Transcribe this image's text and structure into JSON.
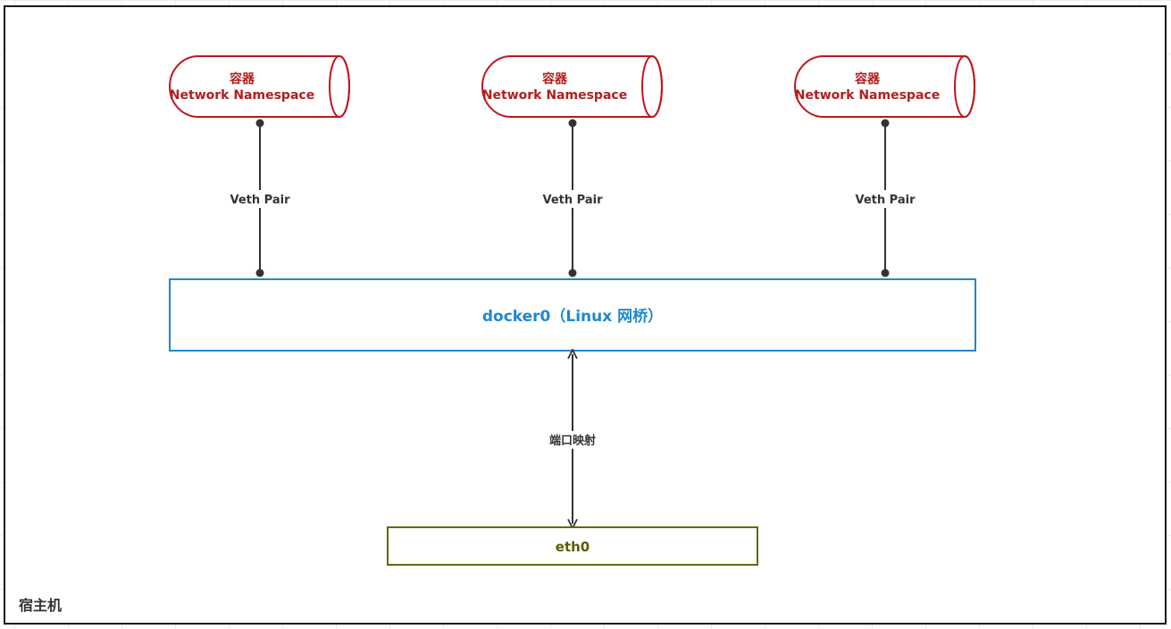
{
  "containers": [
    {
      "line1": "容器",
      "line2": "Network Namespace"
    },
    {
      "line1": "容器",
      "line2": "Network Namespace"
    },
    {
      "line1": "容器",
      "line2": "Network Namespace"
    }
  ],
  "links": [
    {
      "label": "Veth Pair"
    },
    {
      "label": "Veth Pair"
    },
    {
      "label": "Veth Pair"
    }
  ],
  "bridge": {
    "label": "docker0（Linux 网桥）"
  },
  "port_mapping": {
    "label": "端口映射"
  },
  "eth": {
    "label": "eth0"
  },
  "host": {
    "label": "宿主机"
  },
  "colors": {
    "container_stroke": "#c0161c",
    "container_text": "#b31e1e",
    "bridge_stroke": "#1f88d0",
    "bridge_text": "#1f88d0",
    "eth_stroke": "#666600",
    "eth_text": "#5c5c00",
    "connector": "#333333"
  }
}
